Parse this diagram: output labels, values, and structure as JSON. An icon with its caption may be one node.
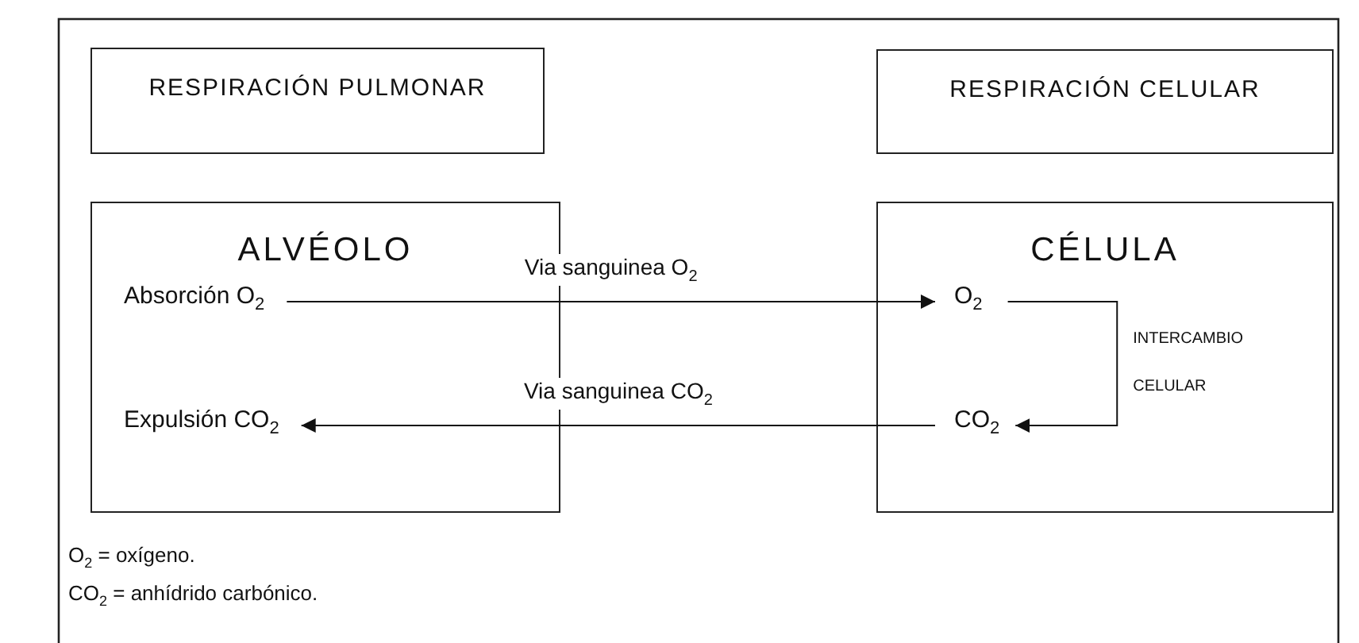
{
  "diagram": {
    "nodes": [
      {
        "text": [
          "RESPIRACIÓN PULMONAR"
        ]
      },
      {
        "text": [
          "RESPIRACIÓN CELULAR"
        ]
      },
      {
        "text": [
          "ALVÉOLO"
        ]
      },
      {
        "text": [
          "Absorción O$_{2}$"
        ],
        "in": 2
      },
      {
        "text": [
          "Expulsión CO$_{2}$"
        ],
        "in": 2
      },
      {
        "text": [
          "CÉLULA"
        ]
      },
      {
        "text": [
          "O$_{2}$"
        ],
        "in": 5
      },
      {
        "text": [
          "CO$_{2}$"
        ],
        "in": 5
      }
    ],
    "edges": [
      {
        "from": 3,
        "to": 6,
        "arrow": "to",
        "label": "Via sanguinea O$_{2}$"
      },
      {
        "from": 7,
        "to": 4,
        "arrow": "to",
        "label": "Via sanguinea CO$_{2}$"
      },
      {
        "from": 6,
        "to": 7,
        "arrow": "to",
        "label": "INTERCAMBIO CELULAR"
      }
    ],
    "labels": [
      "O$_{2}$ = oxígeno.",
      "CO$_{2}$ = anhídrido carbónico."
    ]
  }
}
